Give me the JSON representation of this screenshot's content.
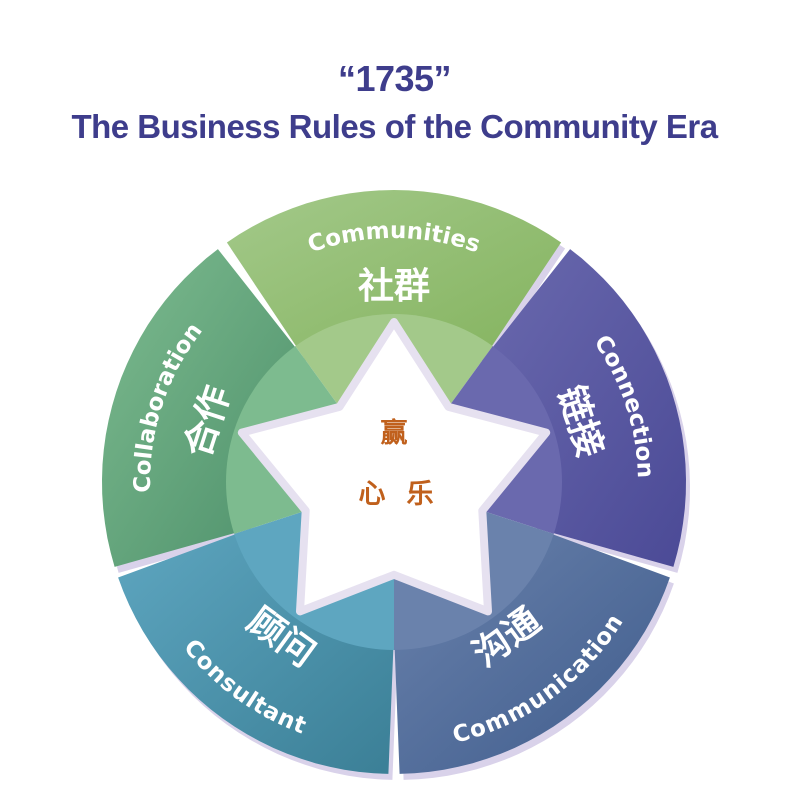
{
  "title": {
    "line1": "“1735”",
    "line2": "The Business Rules of the Community Era"
  },
  "segments": [
    {
      "id": "communities",
      "en": "Communities",
      "zh": "社群",
      "color": "#84b35e",
      "light": "#a3c98a"
    },
    {
      "id": "connection",
      "en": "Connection",
      "zh": "链接",
      "color": "#4b4a96",
      "light": "#6a69ae"
    },
    {
      "id": "communication",
      "en": "Communication",
      "zh": "沟通",
      "color": "#3f5c8c",
      "light": "#6a82ac"
    },
    {
      "id": "consultant",
      "en": "Consultant",
      "zh": "顾问",
      "color": "#3b7f96",
      "light": "#5ea6c0"
    },
    {
      "id": "collaboration",
      "en": "Collaboration",
      "zh": "合作",
      "color": "#4c8f6a",
      "light": "#7dbb8f"
    }
  ],
  "center": {
    "top": "赢",
    "left": "心",
    "right": "乐"
  }
}
